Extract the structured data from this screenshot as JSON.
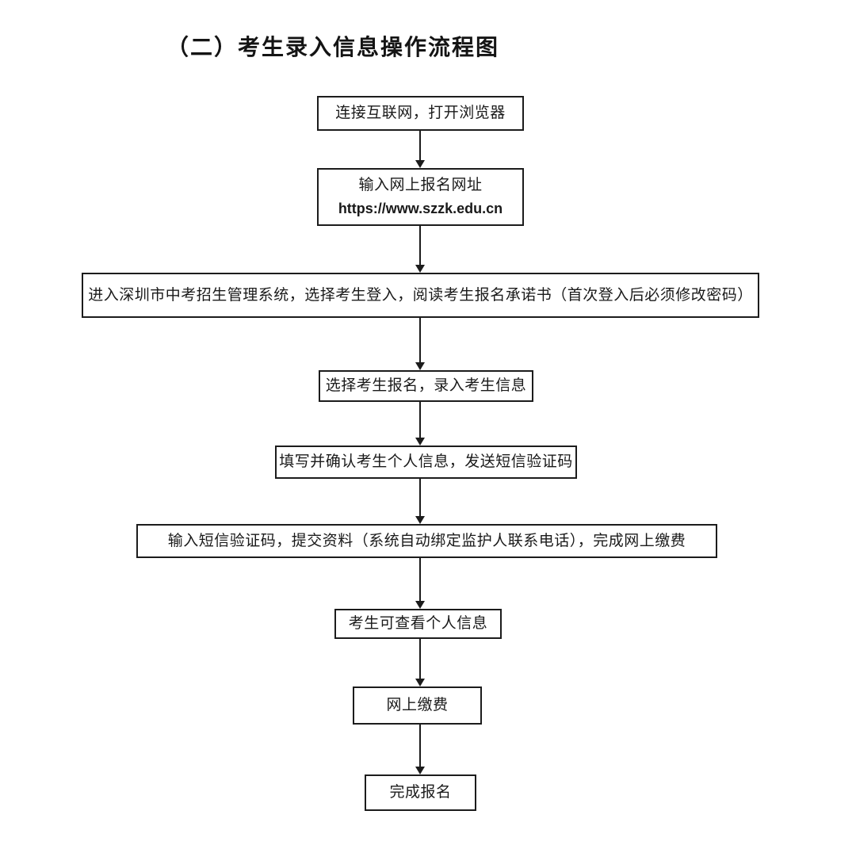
{
  "document": {
    "title": "（二）考生录入信息操作流程图",
    "type": "flowchart",
    "background_color": "#ffffff",
    "line_color": "#1c1c1c",
    "text_color": "#1a1a1a"
  },
  "chart_data": {
    "type": "diagram",
    "title": "（二）考生录入信息操作流程图",
    "orientation": "top-to-bottom",
    "node_count": 9,
    "connector_count": 8,
    "nodes": [
      {
        "id": "n1",
        "label": "连接互联网，打开浏览器",
        "secondary": ""
      },
      {
        "id": "n2",
        "label": "输入网上报名网址",
        "secondary": "https://www.szzk.edu.cn"
      },
      {
        "id": "n3",
        "label": "进入深圳市中考招生管理系统，选择考生登入，阅读考生报名承诺书（首次登入后必须修改密码）",
        "secondary": ""
      },
      {
        "id": "n4",
        "label": "选择考生报名，录入考生信息",
        "secondary": ""
      },
      {
        "id": "n5",
        "label": "填写并确认考生个人信息，发送短信验证码",
        "secondary": ""
      },
      {
        "id": "n6",
        "label": "输入短信验证码，提交资料（系统自动绑定监护人联系电话），完成网上缴费",
        "secondary": ""
      },
      {
        "id": "n7",
        "label": "考生可查看个人信息",
        "secondary": ""
      },
      {
        "id": "n8",
        "label": "网上缴费",
        "secondary": ""
      },
      {
        "id": "n9",
        "label": "完成报名",
        "secondary": ""
      }
    ],
    "edges": [
      {
        "from": "n1",
        "to": "n2",
        "style": "arrow-down"
      },
      {
        "from": "n2",
        "to": "n3",
        "style": "arrow-down"
      },
      {
        "from": "n3",
        "to": "n4",
        "style": "arrow-down"
      },
      {
        "from": "n4",
        "to": "n5",
        "style": "arrow-down"
      },
      {
        "from": "n5",
        "to": "n6",
        "style": "arrow-down"
      },
      {
        "from": "n6",
        "to": "n7",
        "style": "arrow-down"
      },
      {
        "from": "n7",
        "to": "n8",
        "style": "arrow-down"
      },
      {
        "from": "n8",
        "to": "n9",
        "style": "arrow-down"
      }
    ]
  }
}
